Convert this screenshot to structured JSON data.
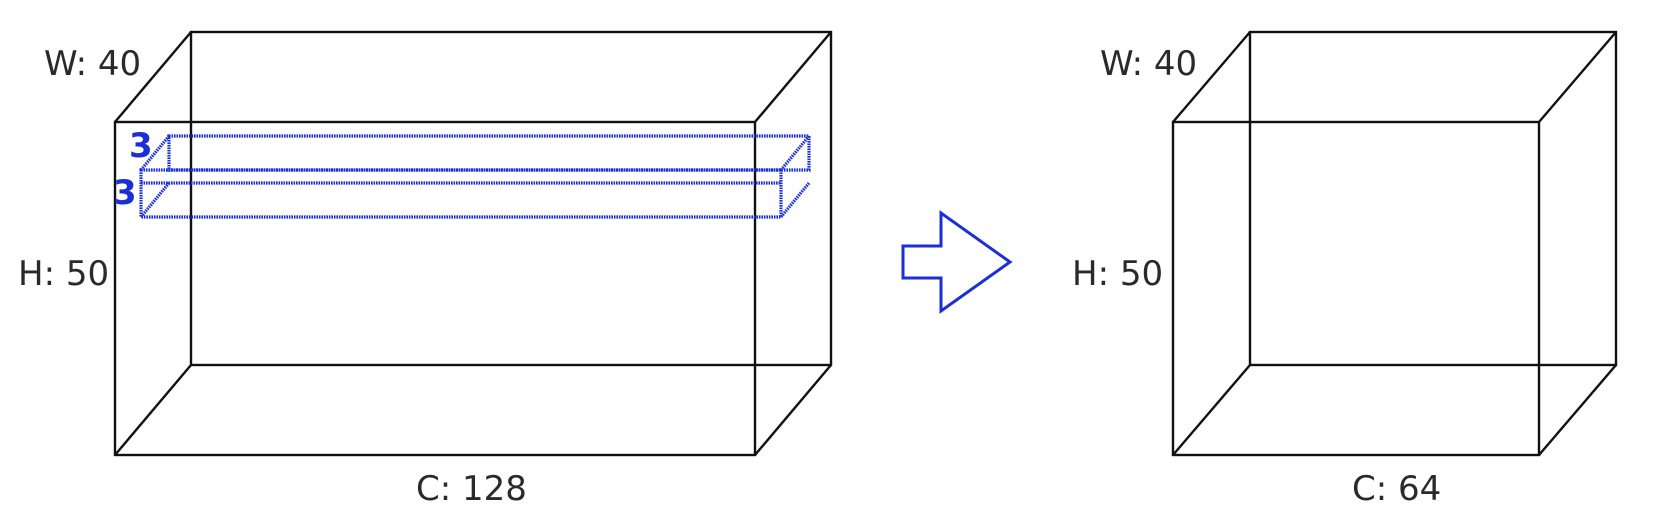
{
  "input_tensor": {
    "width_label": "W: 40",
    "height_label": "H: 50",
    "channels_label": "C: 128"
  },
  "kernel": {
    "depth_label": "3",
    "height_label": "3",
    "color": "#1a2fd6"
  },
  "transform_arrow": {
    "icon": "right-arrow-icon",
    "color": "#1a2fd6"
  },
  "output_tensor": {
    "width_label": "W: 40",
    "height_label": "H: 50",
    "channels_label": "C: 64"
  }
}
